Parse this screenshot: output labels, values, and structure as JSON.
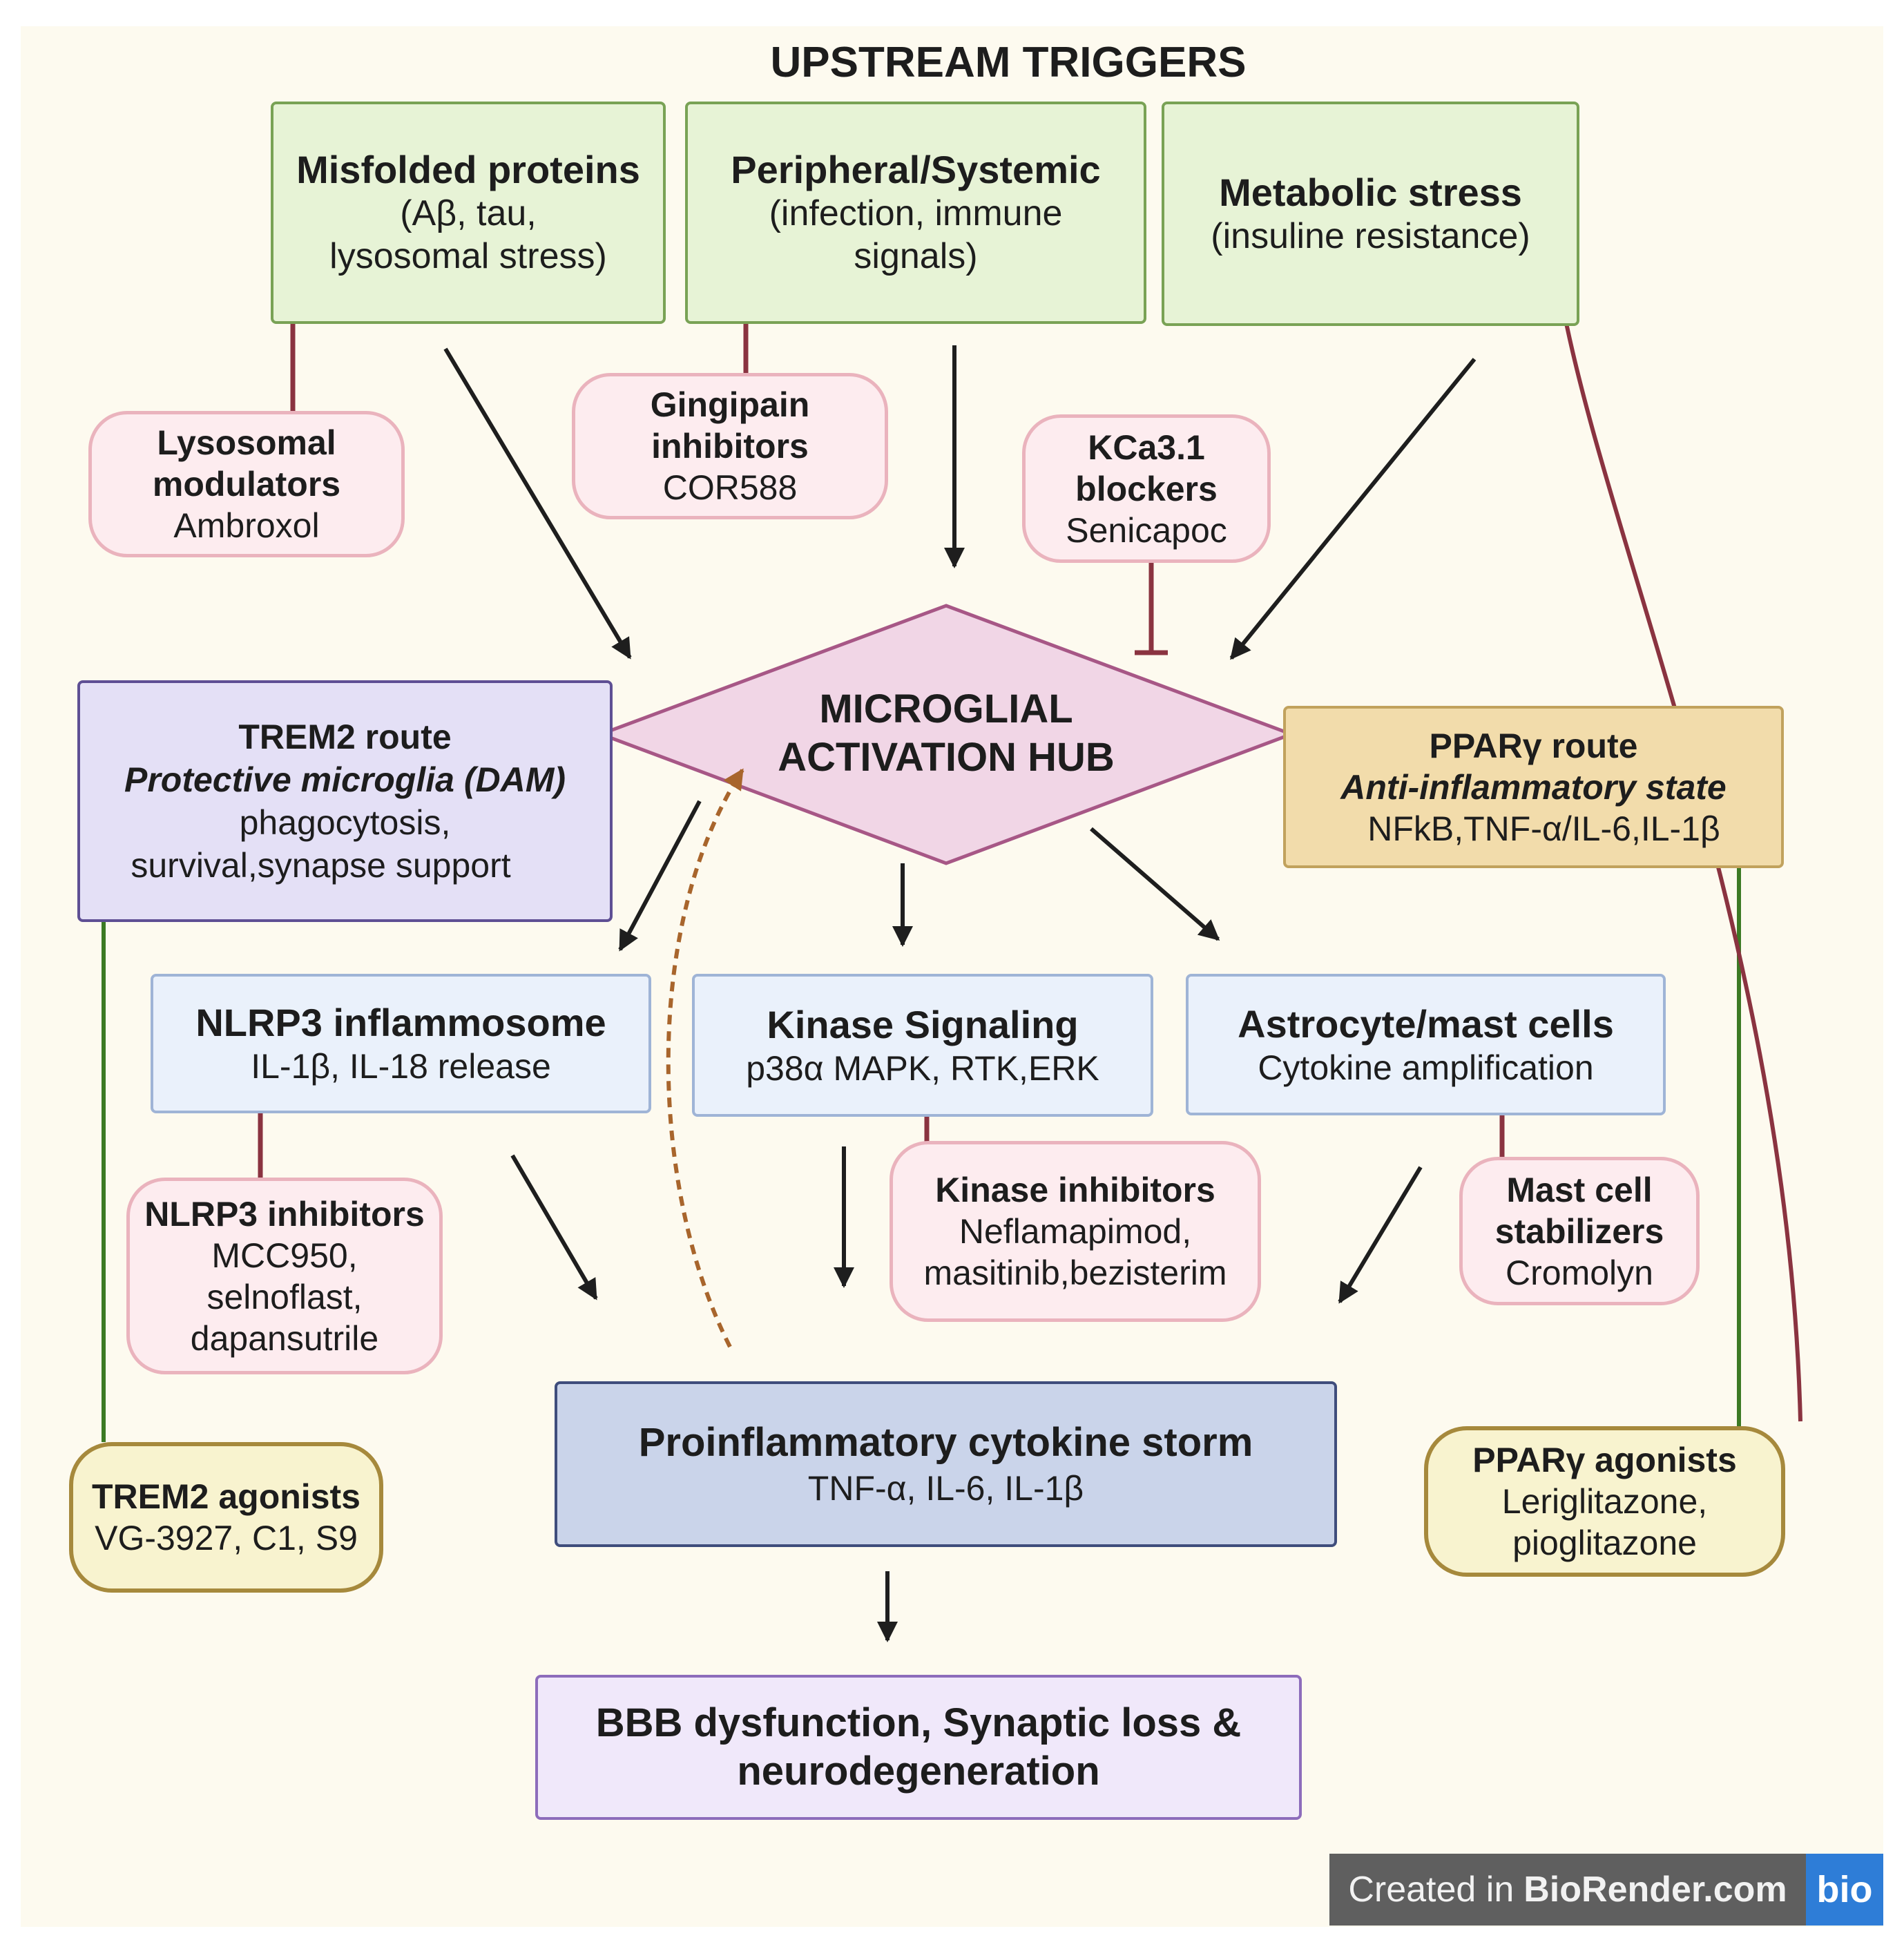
{
  "title": "UPSTREAM TRIGGERS",
  "triggers": {
    "misfolded": {
      "title": "Misfolded proteins",
      "line1": "(Aβ, tau,",
      "line2": "lysosomal stress)"
    },
    "peripheral": {
      "title": "Peripheral/Systemic",
      "line1": "(infection, immune",
      "line2": "signals)"
    },
    "metabolic": {
      "title": "Metabolic stress",
      "line1": "(insuline resistance)"
    }
  },
  "drugs": {
    "lysosomal": {
      "line1": "Lysosomal",
      "line2": "modulators",
      "drug": "Ambroxol"
    },
    "gingipain": {
      "line1": "Gingipain",
      "line2": "inhibitors",
      "drug": "COR588"
    },
    "kca": {
      "line1": "KCa3.1",
      "line2": "blockers",
      "drug": "Senicapoc"
    },
    "nlrp3": {
      "title": "NLRP3 inhibitors",
      "line1": "MCC950,",
      "line2": "selnoflast,",
      "line3": "dapansutrile"
    },
    "kinase": {
      "title": "Kinase inhibitors",
      "line1": "Neflamapimod,",
      "line2": "masitinib,bezisterim"
    },
    "mast": {
      "line1": "Mast cell",
      "line2": "stabilizers",
      "drug": "Cromolyn"
    }
  },
  "hub": {
    "line1": "MICROGLIAL",
    "line2": "ACTIVATION HUB"
  },
  "trem2_route": {
    "title": "TREM2 route",
    "subtitle": "Protective microglia (DAM)",
    "line1": "phagocytosis,",
    "line2": "survival,synapse support"
  },
  "ppar_route": {
    "title": "PPARγ route",
    "subtitle": "Anti-inflammatory state",
    "line1": "NFkB,TNF-α/IL-6,IL-1β"
  },
  "pathways": {
    "nlrp3": {
      "title": "NLRP3 inflammosome",
      "sub": "IL-1β, IL-18 release"
    },
    "kinase": {
      "title": "Kinase Signaling",
      "sub": "p38α MAPK, RTK,ERK"
    },
    "astro": {
      "title": "Astrocyte/mast cells",
      "sub": "Cytokine amplification"
    }
  },
  "agonists": {
    "trem2": {
      "title": "TREM2 agonists",
      "line1": "VG-3927, C1, S9"
    },
    "ppar": {
      "title": "PPARγ agonists",
      "line1": "Leriglitazone,",
      "line2": "pioglitazone"
    }
  },
  "storm": {
    "title": "Proinflammatory cytokine storm",
    "sub": "TNF-α, IL-6, IL-1β"
  },
  "outcome": {
    "line1": "BBB dysfunction, Synaptic loss &",
    "line2": "neurodegeneration"
  },
  "credit": {
    "prefix": "Created in",
    "brand": "BioRender.com",
    "logo": "bio"
  },
  "colors": {
    "activate": "#1e1e1e",
    "inhibit": "#8a3340",
    "promote": "#3c7a24",
    "feedback": "#a8652c"
  }
}
